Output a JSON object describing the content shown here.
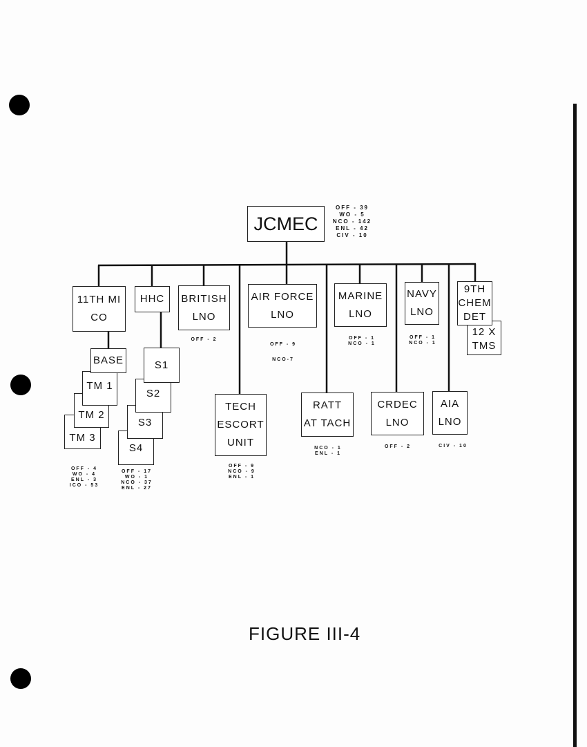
{
  "root": {
    "label": "JCMEC",
    "stats": [
      "OFF - 39",
      "WO - 5",
      "NCO - 142",
      "ENL - 42",
      "CIV - 10"
    ]
  },
  "units": {
    "mi": {
      "lines": [
        "11TH MI",
        "CO"
      ],
      "stats": [
        "OFF - 4",
        "WO - 4",
        "ENL - 3",
        "ICO - 53"
      ]
    },
    "mi_sub": [
      "BASE",
      "TM 1",
      "TM 2",
      "TM 3"
    ],
    "hhc": {
      "lines": [
        "HHC"
      ],
      "stats": [
        "OFF - 17",
        "WO - 1",
        "NCO - 37",
        "ENL - 27"
      ]
    },
    "hhc_sub": [
      "S1",
      "S2",
      "S3",
      "S4"
    ],
    "british": {
      "lines": [
        "BRITISH",
        "LNO"
      ],
      "stats": [
        "OFF - 2"
      ]
    },
    "tech": {
      "lines": [
        "TECH",
        "ESCORT",
        "UNIT"
      ],
      "stats": [
        "OFF - 9",
        "NCO - 9",
        "ENL - 1"
      ]
    },
    "airforce": {
      "lines": [
        "AIR FORCE",
        "LNO"
      ],
      "stats": [
        "OFF - 9",
        "NCO-7"
      ]
    },
    "ratt": {
      "lines": [
        "RATT",
        "AT TACH"
      ],
      "stats": [
        "NCO - 1",
        "ENL - 1"
      ]
    },
    "marine": {
      "lines": [
        "MARINE",
        "LNO"
      ],
      "stats": [
        "OFF - 1",
        "NCO - 1"
      ]
    },
    "crdec": {
      "lines": [
        "CRDEC",
        "LNO"
      ],
      "stats": [
        "OFF - 2"
      ]
    },
    "navy": {
      "lines": [
        "NAVY",
        "LNO"
      ],
      "stats": [
        "OFF - 1",
        "NCO - 1"
      ]
    },
    "aia": {
      "lines": [
        "AIA",
        "LNO"
      ],
      "stats": [
        "CIV - 10"
      ]
    },
    "chem": {
      "lines": [
        "9TH",
        "CHEM",
        "DET"
      ]
    },
    "tms": {
      "lines": [
        "12 X",
        "TMS"
      ]
    }
  },
  "figure_caption": "FIGURE III-4"
}
